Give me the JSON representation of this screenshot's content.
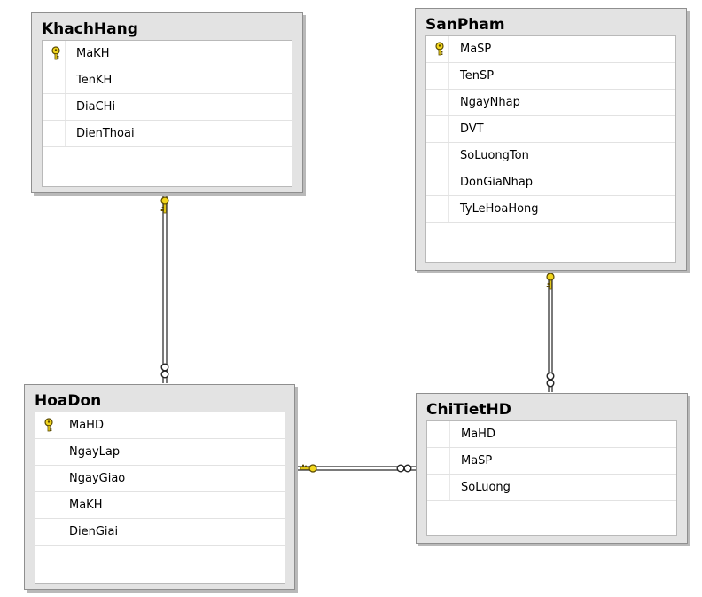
{
  "tables": {
    "khachhang": {
      "name": "KhachHang",
      "columns": [
        "MaKH",
        "TenKH",
        "DiaCHi",
        "DienThoai"
      ],
      "primary_key": "MaKH"
    },
    "sanpham": {
      "name": "SanPham",
      "columns": [
        "MaSP",
        "TenSP",
        "NgayNhap",
        "DVT",
        "SoLuongTon",
        "DonGiaNhap",
        "TyLeHoaHong"
      ],
      "primary_key": "MaSP"
    },
    "hoadon": {
      "name": "HoaDon",
      "columns": [
        "MaHD",
        "NgayLap",
        "NgayGiao",
        "MaKH",
        "DienGiai"
      ],
      "primary_key": "MaHD"
    },
    "chitiethd": {
      "name": "ChiTietHD",
      "columns": [
        "MaHD",
        "MaSP",
        "SoLuong"
      ],
      "primary_key": ""
    }
  },
  "relationships": [
    {
      "from": "KhachHang",
      "to": "HoaDon",
      "type": "one-to-many"
    },
    {
      "from": "SanPham",
      "to": "ChiTietHD",
      "type": "one-to-many"
    },
    {
      "from": "HoaDon",
      "to": "ChiTietHD",
      "type": "one-to-many"
    }
  ],
  "icons": {
    "primary_key": "key-icon",
    "one_end": "key-icon",
    "many_end": "infinity-icon"
  },
  "colors": {
    "key": "#f2d61d",
    "box": "#e3e3e3",
    "line": "#7a7a7a"
  }
}
